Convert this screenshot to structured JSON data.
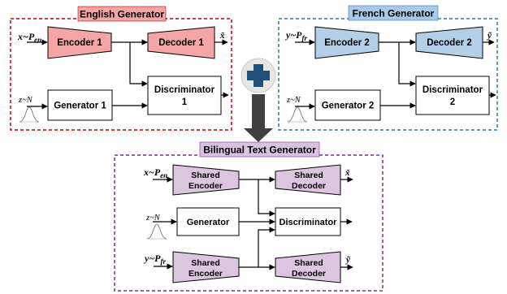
{
  "sections": {
    "english": {
      "title": "English Generator",
      "title_fill": "#f4a6a6",
      "border_color": "#c00000"
    },
    "french": {
      "title": "French Generator",
      "title_fill": "#a9c9e8",
      "border_color": "#2e75b6"
    },
    "bilingual": {
      "title": "Bilingual Text Generator",
      "title_fill": "#d9c2e0",
      "border_color": "#7030a0"
    }
  },
  "english": {
    "input_label": "x~P",
    "input_sub": "en",
    "noise_label": "z~N",
    "encoder": "Encoder 1",
    "decoder": "Decoder 1",
    "generator": "Generator 1",
    "discriminator_line1": "Discriminator",
    "discriminator_line2": "1",
    "output": "x̃"
  },
  "french": {
    "input_label": "y~P",
    "input_sub": "fr",
    "noise_label": "z~N",
    "encoder": "Encoder 2",
    "decoder": "Decoder 2",
    "generator": "Generator 2",
    "discriminator_line1": "Discriminator",
    "discriminator_line2": "2",
    "output": "ỹ"
  },
  "bilingual": {
    "input_x_label": "x~P",
    "input_x_sub": "en",
    "input_y_label": "y~P",
    "input_y_sub": "fr",
    "noise_label": "z~N",
    "shared_encoder_line1": "Shared",
    "shared_encoder_line2": "Encoder",
    "shared_decoder_line1": "Shared",
    "shared_decoder_line2": "Decoder",
    "generator": "Generator",
    "discriminator": "Discriminator",
    "output_x": "x̃",
    "output_y": "ỹ"
  },
  "colors": {
    "english_block": "#f4a6a6",
    "french_block": "#b4cfe8",
    "shared_block": "#dcc5df",
    "plus_circle": "#e6e6e6",
    "plus_sign": "#1f4e79",
    "down_arrow": "#404040"
  },
  "icons": {
    "combine": "plus-icon",
    "merge_arrow": "down-arrow-icon",
    "noise": "gaussian-icon"
  }
}
